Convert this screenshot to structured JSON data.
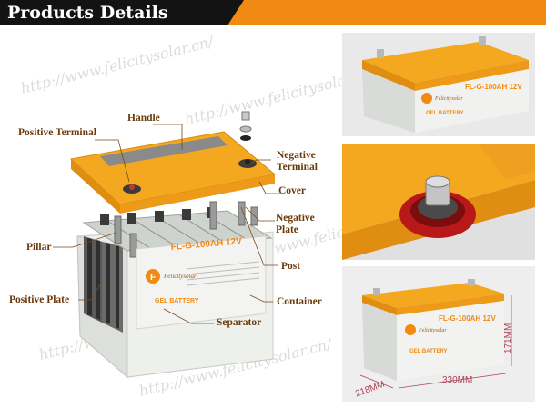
{
  "header": {
    "title": "Products Details"
  },
  "watermark": {
    "text": "http://www.felicitysolar.cn/"
  },
  "diagram": {
    "labels": {
      "handle": "Handle",
      "positive_terminal": "Positive Terminal",
      "negative_terminal": "Negative\nTerminal",
      "cover": "Cover",
      "negative_plate": "Negative\nPlate",
      "pillar": "Pillar",
      "post": "Post",
      "positive_plate": "Positive Plate",
      "container": "Container",
      "separator": "Separator"
    },
    "battery_label": {
      "brand": "Felicitysolar",
      "model": "FL-G-100AH 12V",
      "type": "GEL BATTERY"
    }
  },
  "photos": {
    "top": {
      "brand": "Felicitysolar",
      "model": "FL-G-100AH 12V",
      "type": "GEL BATTERY"
    },
    "bottom": {
      "brand": "Felicitysolar",
      "model": "FL-G-100AH 12V",
      "type": "GEL BATTERY",
      "height": "171MM",
      "length": "330MM",
      "width": "218MM"
    }
  },
  "colors": {
    "orange": "#f08a12",
    "cover": "#f4a820",
    "case": "#e9ebe8",
    "label_text": "#6b3a0a",
    "dim_text": "#b0405a"
  }
}
